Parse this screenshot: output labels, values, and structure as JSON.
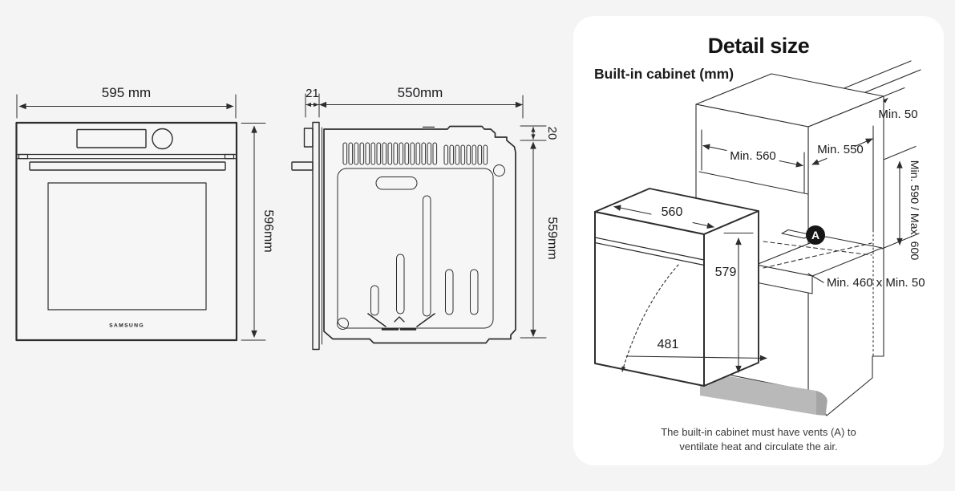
{
  "front_view": {
    "width": "595 mm",
    "height": "596mm",
    "brand": "SAMSUNG"
  },
  "side_view": {
    "door_depth": "21",
    "body_depth": "550mm",
    "top_offset": "20",
    "body_height": "559mm"
  },
  "detail_panel": {
    "title": "Detail size",
    "subtitle": "Built-in cabinet (mm)",
    "dims": {
      "top_clearance": "Min. 50",
      "niche_width": "Min. 560",
      "niche_depth": "Min. 550",
      "niche_height": "Min. 590 / Max. 600",
      "vent_size": "Min. 460 x Min. 50",
      "vent_marker": "A",
      "oven_width": "560",
      "oven_height": "579",
      "door_clearance": "481"
    },
    "note_line1": "The built-in cabinet must have vents (A) to",
    "note_line2": "ventilate heat and circulate the air."
  },
  "colors": {
    "background": "#f4f4f5",
    "panel": "#ffffff",
    "line": "#2d2d2e",
    "plinth": "#b9b9ba"
  }
}
